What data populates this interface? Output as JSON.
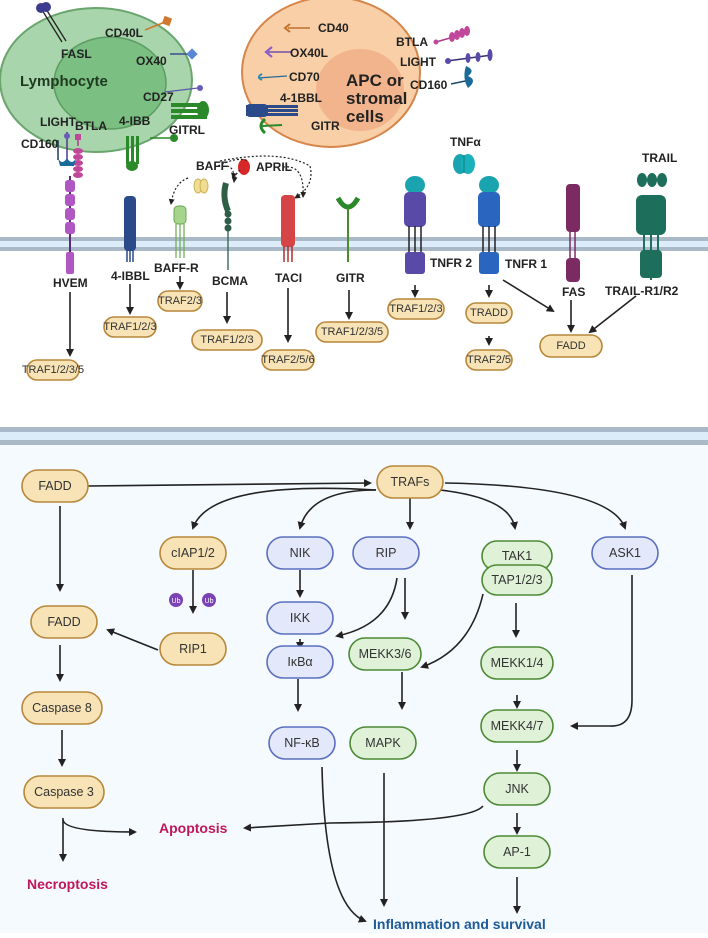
{
  "top": {
    "lymphocyte": {
      "title": "Lymphocyte",
      "ligands": [
        "FASL",
        "CD40L",
        "OX40",
        "CD27",
        "4-IBB",
        "GITRL",
        "LIGHT",
        "BTLA",
        "CD160"
      ]
    },
    "apc": {
      "title_lines": [
        "APC or",
        "stromal",
        "cells"
      ],
      "ligands": [
        "CD40",
        "OX40L",
        "CD70",
        "4-1BBL",
        "GITR",
        "BTLA",
        "LIGHT",
        "CD160"
      ]
    },
    "soluble": {
      "tnfa": "TNFα",
      "trail": "TRAIL",
      "baff": "BAFF",
      "april": "APRIL"
    },
    "receptors": [
      {
        "name": "HVEM",
        "adaptor": "TRAF1/2/3/5"
      },
      {
        "name": "4-IBBL",
        "adaptor": "TRAF1/2/3"
      },
      {
        "name": "BAFF-R",
        "adaptor": "TRAF2/3"
      },
      {
        "name": "BCMA",
        "adaptor": "TRAF1/2/3"
      },
      {
        "name": "TACI",
        "adaptor": "TRAF2/5/6"
      },
      {
        "name": "GITR",
        "adaptor": "TRAF1/2/3/5"
      },
      {
        "name": "TNFR 2",
        "adaptor": "TRAF1/2/3"
      },
      {
        "name": "TNFR 1",
        "adaptor": "TRADD",
        "adaptor2": "TRAF2/5"
      },
      {
        "name": "FAS",
        "adaptor": "FADD"
      },
      {
        "name": "TRAIL-R1/R2",
        "adaptor": "FADD"
      }
    ]
  },
  "pathway": {
    "nodes": {
      "fadd1": "FADD",
      "trafs": "TRAFs",
      "ciap": "cIAP1/2",
      "nik": "NIK",
      "rip": "RIP",
      "tak1": "TAK1",
      "tap": "TAP1/2/3",
      "ask1": "ASK1",
      "fadd2": "FADD",
      "rip1": "RIP1",
      "ikk": "IKK",
      "ikba": "IκBα",
      "mekk36": "MEKK3/6",
      "mekk14": "MEKK1/4",
      "casp8": "Caspase 8",
      "mekk47": "MEKK4/7",
      "nfkb": "NF-κB",
      "mapk": "MAPK",
      "casp3": "Caspase 3",
      "jnk": "JNK",
      "ap1": "AP-1",
      "ub": "Ub"
    },
    "outcomes": {
      "apoptosis": "Apoptosis",
      "necroptosis": "Necroptosis",
      "inflammation": "Inflammation and survival"
    }
  },
  "colors": {
    "tan_fill": "#f7e3b5",
    "tan_stroke": "#b8873a",
    "blue_fill": "#e3e8fa",
    "blue_stroke": "#5a6fbf",
    "green_fill": "#dff2d8",
    "green_stroke": "#4d8a34",
    "apoptosis": "#c0175a",
    "inflammation": "#1d5a96"
  }
}
